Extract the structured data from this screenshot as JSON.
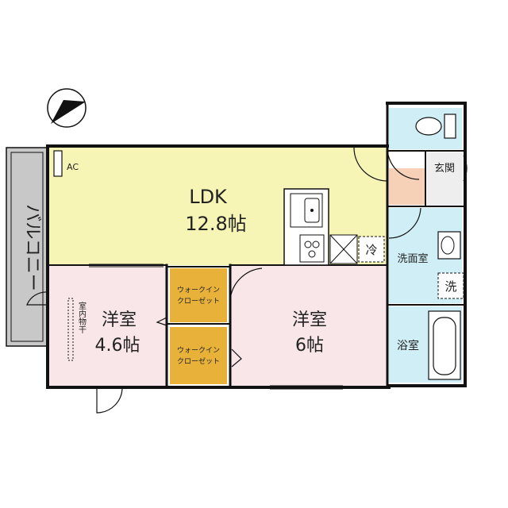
{
  "rooms": {
    "ldk": {
      "name": "LDK",
      "size": "12.8帖"
    },
    "western_a": {
      "name": "洋室",
      "size": "4.6帖"
    },
    "western_b": {
      "name": "洋室",
      "size": "6帖"
    },
    "closet_a": {
      "line1": "ウォークイン",
      "line2": "クローゼット"
    },
    "closet_b": {
      "line1": "ウォークイン",
      "line2": "クローゼット"
    },
    "entrance": {
      "name": "玄関"
    },
    "washroom": {
      "name": "洗面室"
    },
    "bathroom": {
      "name": "浴室"
    },
    "balcony": {
      "name": "バルコニー"
    }
  },
  "labels": {
    "ac": "AC",
    "fridge": "冷",
    "washer": "洗",
    "indoor_drying": "室内物干"
  },
  "colors": {
    "ldk": "#f7f5b5",
    "western": "#f9e6e8",
    "closet": "#e8b23a",
    "entrance": "#f6d1b8",
    "wet": "#cfeef5",
    "balcony": "#c8c8c8",
    "wall": "#111111"
  },
  "icons": {
    "compass": "north-arrow-icon",
    "toilet": "toilet-icon",
    "sink": "kitchen-sink-icon",
    "stove": "stove-icon",
    "tub": "bathtub-icon",
    "basin": "wash-basin-icon"
  }
}
